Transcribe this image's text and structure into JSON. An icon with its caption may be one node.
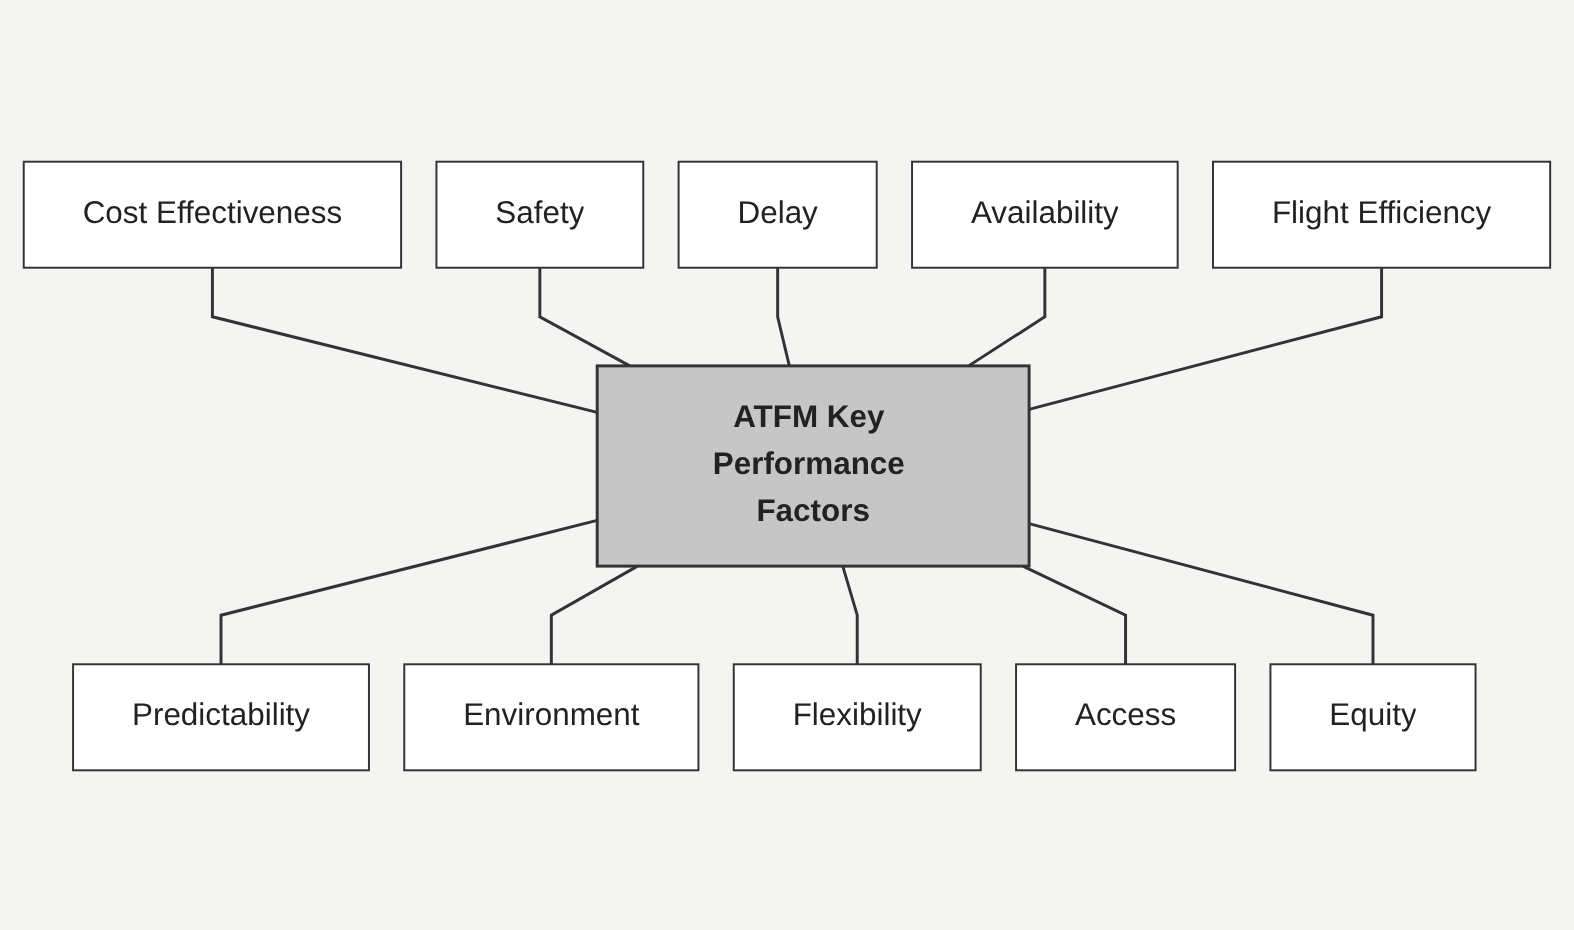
{
  "diagram": {
    "nodes": [
      {
        "text": [
          "Cost Effectiveness"
        ]
      },
      {
        "text": [
          "Safety"
        ]
      },
      {
        "text": [
          "Delay"
        ]
      },
      {
        "text": [
          "Availability"
        ]
      },
      {
        "text": [
          "ATFM Key Performance Factors"
        ]
      },
      {
        "text": [
          "Flight Efficiency"
        ]
      },
      {
        "text": [
          "Predictability"
        ]
      },
      {
        "text": [
          "Environment"
        ]
      },
      {
        "text": [
          "Flexibility"
        ]
      },
      {
        "text": [
          "Access"
        ]
      },
      {
        "text": [
          "Equity"
        ]
      }
    ],
    "edges": [
      {
        "from": 0,
        "to": 4,
        "arrow": "none"
      },
      {
        "from": 1,
        "to": 4,
        "arrow": "none"
      },
      {
        "from": 2,
        "to": 4,
        "arrow": "none"
      },
      {
        "from": 3,
        "to": 4,
        "arrow": "none"
      },
      {
        "from": 5,
        "to": 4,
        "arrow": "none"
      },
      {
        "from": 4,
        "to": 6,
        "arrow": "none"
      },
      {
        "from": 4,
        "to": 7,
        "arrow": "none"
      },
      {
        "from": 4,
        "to": 8,
        "arrow": "none"
      },
      {
        "from": 4,
        "to": 9,
        "arrow": "none"
      },
      {
        "from": 4,
        "to": 10,
        "arrow": "none"
      }
    ]
  }
}
